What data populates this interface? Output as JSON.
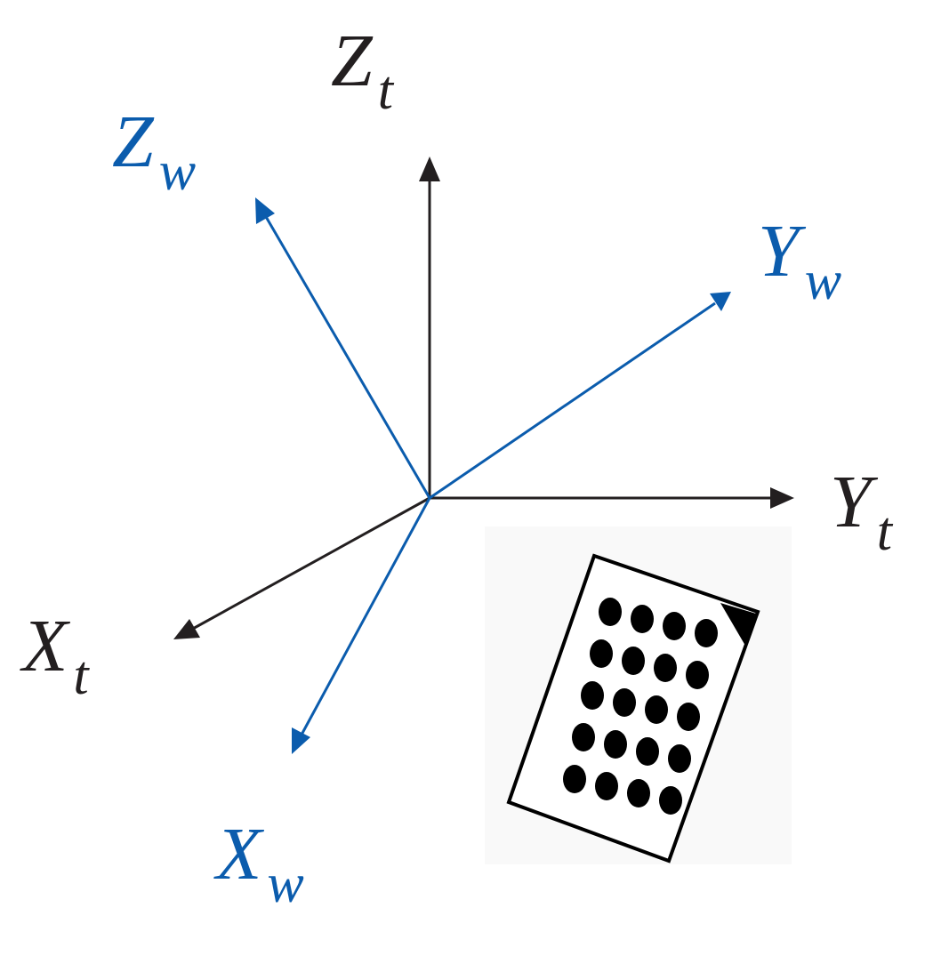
{
  "colors": {
    "target_frame": "#231f20",
    "world_frame": "#0b5cad",
    "target_board": "#000000",
    "background": "#ffffff"
  },
  "target_frame": {
    "z_axis": {
      "letter": "Z",
      "subscript": "t"
    },
    "y_axis": {
      "letter": "Y",
      "subscript": "t"
    },
    "x_axis": {
      "letter": "X",
      "subscript": "t"
    }
  },
  "world_frame": {
    "z_axis": {
      "letter": "Z",
      "subscript": "w"
    },
    "y_axis": {
      "letter": "Y",
      "subscript": "w"
    },
    "x_axis": {
      "letter": "X",
      "subscript": "w"
    }
  },
  "calibration_board": {
    "dot_rows": [
      4,
      4,
      4,
      4,
      4
    ],
    "corner_marker": "black-triangle"
  }
}
